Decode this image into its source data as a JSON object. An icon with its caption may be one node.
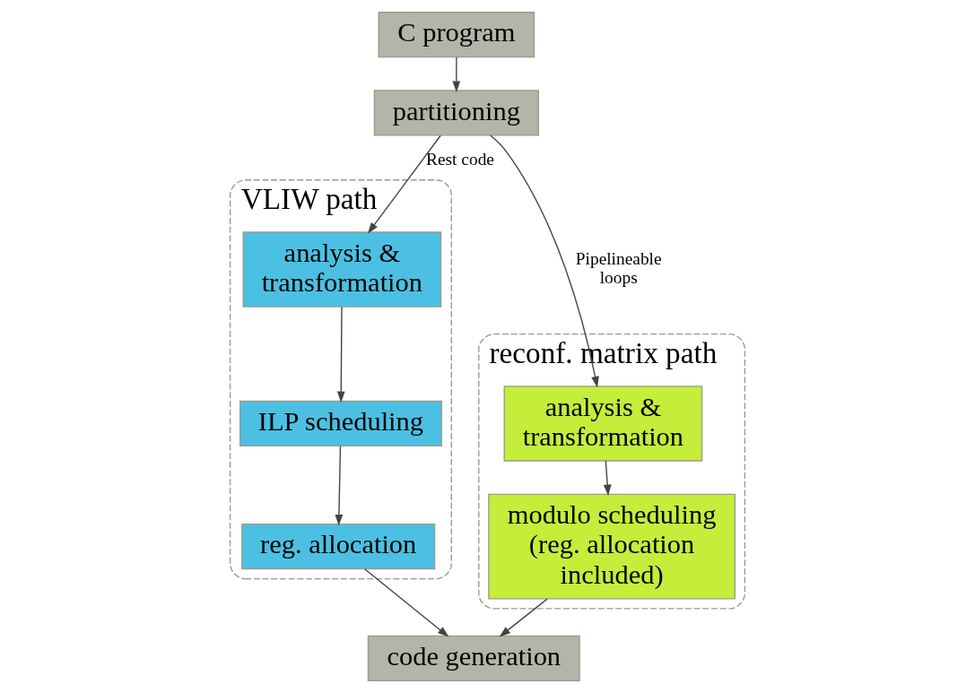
{
  "diagram": {
    "nodes": [
      {
        "text": [
          "C program"
        ]
      },
      {
        "text": [
          "partitioning"
        ]
      },
      {
        "text": [
          "VLIW path"
        ]
      },
      {
        "text": [
          "analysis & transformation"
        ],
        "in": 2
      },
      {
        "text": [
          "ILP scheduling"
        ],
        "in": 2
      },
      {
        "text": [
          "reg. allocation"
        ],
        "in": 2
      },
      {
        "text": [
          "reconf. matrix path"
        ]
      },
      {
        "text": [
          "analysis & transformation"
        ],
        "in": 6
      },
      {
        "text": [
          "modulo scheduling (reg. allocation included)"
        ],
        "in": 6
      },
      {
        "text": [
          "code generation"
        ]
      }
    ],
    "edges": [
      {
        "from": 0,
        "to": 1,
        "arrow": "to"
      },
      {
        "from": 1,
        "to": 3,
        "arrow": "to",
        "label": "Rest code"
      },
      {
        "from": 3,
        "to": 4,
        "arrow": "to"
      },
      {
        "from": 4,
        "to": 5,
        "arrow": "to"
      },
      {
        "from": 1,
        "to": 7,
        "arrow": "to",
        "label": "Pipelineable loops"
      },
      {
        "from": 7,
        "to": 8,
        "arrow": "to"
      },
      {
        "from": 5,
        "to": 9,
        "arrow": "to"
      },
      {
        "from": 8,
        "to": 9,
        "arrow": "to"
      }
    ]
  }
}
